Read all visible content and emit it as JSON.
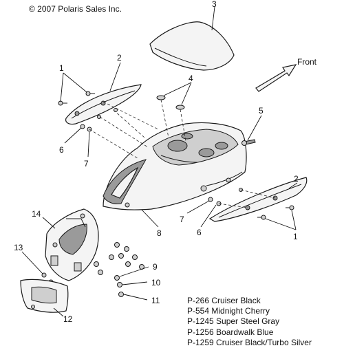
{
  "copyright": "© 2007 Polaris Sales Inc.",
  "direction_label": "Front",
  "callouts": {
    "c1a": "1",
    "c1b": "1",
    "c2a": "2",
    "c2b": "2",
    "c3": "3",
    "c4": "4",
    "c5": "5",
    "c6a": "6",
    "c6b": "6",
    "c7a": "7",
    "c7b": "7",
    "c8": "8",
    "c9": "9",
    "c10": "10",
    "c11": "11",
    "c12": "12",
    "c13": "13",
    "c14": "14"
  },
  "color_options": [
    "P-266  Cruiser Black",
    "P-554  Midnight Cherry",
    "P-1245 Super Steel Gray",
    "P-1256 Boardwalk Blue",
    "P-1259 Cruiser Black/Turbo Silver"
  ]
}
